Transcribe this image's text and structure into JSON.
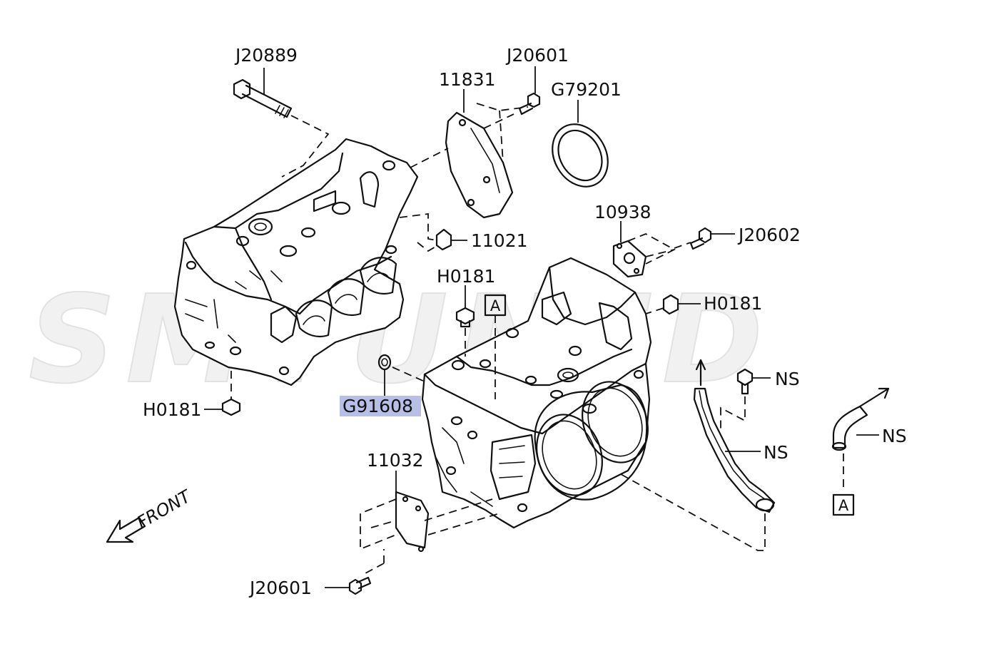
{
  "diagram": {
    "watermark": "SMTUNED",
    "front_label": "FRONT",
    "highlight_color": "#b8bfe6",
    "callouts": [
      {
        "id": "c-j20889",
        "text": "J20889",
        "highlighted": false
      },
      {
        "id": "c-11831",
        "text": "11831",
        "highlighted": false
      },
      {
        "id": "c-j20601-t",
        "text": "J20601",
        "highlighted": false
      },
      {
        "id": "c-g79201",
        "text": "G79201",
        "highlighted": false
      },
      {
        "id": "c-11021",
        "text": "11021",
        "highlighted": false
      },
      {
        "id": "c-10938",
        "text": "10938",
        "highlighted": false
      },
      {
        "id": "c-j20602",
        "text": "J20602",
        "highlighted": false
      },
      {
        "id": "c-h0181-a",
        "text": "H0181",
        "highlighted": false
      },
      {
        "id": "c-h0181-b",
        "text": "H0181",
        "highlighted": false
      },
      {
        "id": "c-h0181-c",
        "text": "H0181",
        "highlighted": false
      },
      {
        "id": "c-g91608",
        "text": "G91608",
        "highlighted": true
      },
      {
        "id": "c-11032",
        "text": "11032",
        "highlighted": false
      },
      {
        "id": "c-j20601-b",
        "text": "J20601",
        "highlighted": false
      },
      {
        "id": "c-ns-1",
        "text": "NS",
        "highlighted": false
      },
      {
        "id": "c-ns-2",
        "text": "NS",
        "highlighted": false
      },
      {
        "id": "c-ns-3",
        "text": "NS",
        "highlighted": false
      }
    ],
    "reference_marks": [
      {
        "id": "ref-a-1",
        "text": "A"
      },
      {
        "id": "ref-a-2",
        "text": "A"
      }
    ]
  }
}
